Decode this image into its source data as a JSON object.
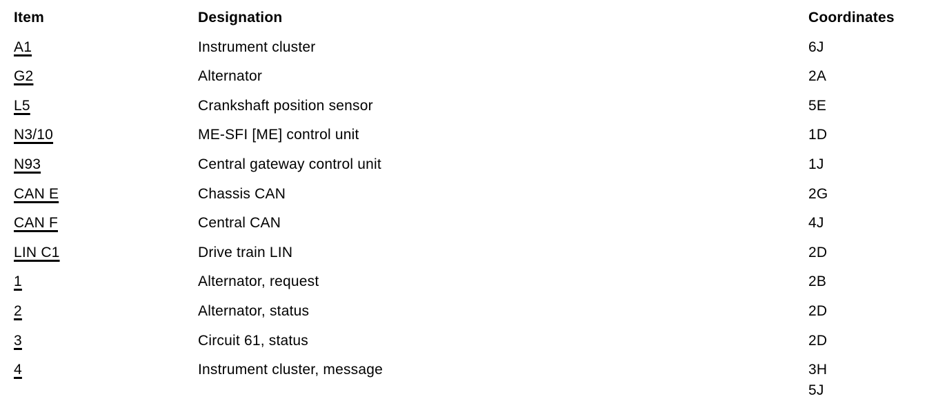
{
  "colors": {
    "text": "#000000",
    "background": "#ffffff"
  },
  "table": {
    "headers": {
      "item": "Item",
      "designation": "Designation",
      "coordinates": "Coordinates"
    },
    "rows": [
      {
        "item": "A1",
        "designation": "Instrument cluster",
        "coordinates": [
          "6J"
        ]
      },
      {
        "item": "G2",
        "designation": "Alternator",
        "coordinates": [
          "2A"
        ]
      },
      {
        "item": "L5",
        "designation": "Crankshaft position sensor",
        "coordinates": [
          "5E"
        ]
      },
      {
        "item": "N3/10",
        "designation": "ME-SFI [ME] control unit",
        "coordinates": [
          "1D"
        ]
      },
      {
        "item": "N93",
        "designation": "Central gateway control unit",
        "coordinates": [
          "1J"
        ]
      },
      {
        "item": "CAN E",
        "designation": "Chassis CAN",
        "coordinates": [
          "2G"
        ]
      },
      {
        "item": "CAN F",
        "designation": "Central CAN",
        "coordinates": [
          "4J"
        ]
      },
      {
        "item": "LIN C1",
        "designation": "Drive train LIN",
        "coordinates": [
          "2D"
        ]
      },
      {
        "item": "1",
        "designation": "Alternator, request",
        "coordinates": [
          "2B"
        ]
      },
      {
        "item": "2",
        "designation": "Alternator, status",
        "coordinates": [
          "2D"
        ]
      },
      {
        "item": "3",
        "designation": "Circuit 61, status",
        "coordinates": [
          "2D"
        ]
      },
      {
        "item": "4",
        "designation": "Instrument cluster, message",
        "coordinates": [
          "3H",
          "5J"
        ]
      }
    ]
  }
}
